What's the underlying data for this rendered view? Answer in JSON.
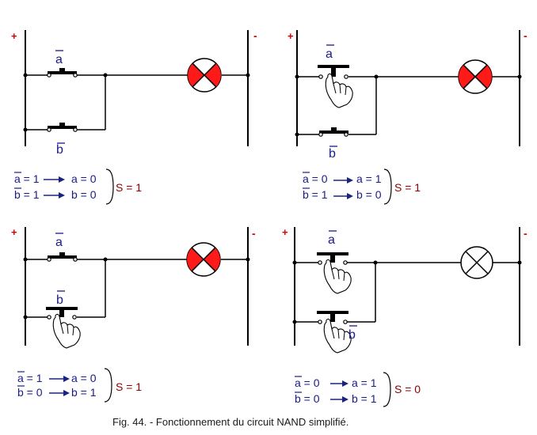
{
  "symbols": {
    "plus": "+",
    "minus": "-",
    "a_bar": "a",
    "b_bar": "b"
  },
  "states": [
    {
      "line1": {
        "in": "a = 1",
        "out": "a = 0"
      },
      "line2": {
        "in": "b = 1",
        "out": "b = 0"
      },
      "result": "S = 1",
      "press_a": false,
      "press_b": false,
      "lamp_on": true
    },
    {
      "line1": {
        "in": "a = 0",
        "out": "a = 1"
      },
      "line2": {
        "in": "b = 1",
        "out": "b = 0"
      },
      "result": "S = 1",
      "press_a": true,
      "press_b": false,
      "lamp_on": true
    },
    {
      "line1": {
        "in": "a = 1",
        "out": "a = 0"
      },
      "line2": {
        "in": "b = 0",
        "out": "b = 1"
      },
      "result": "S = 1",
      "press_a": false,
      "press_b": true,
      "lamp_on": true
    },
    {
      "line1": {
        "in": "a = 0",
        "out": "a = 1"
      },
      "line2": {
        "in": "b = 0",
        "out": "b = 1"
      },
      "result": "S = 0",
      "press_a": true,
      "press_b": true,
      "lamp_on": false
    }
  ],
  "caption": "Fig. 44. - Fonctionnement du circuit NAND simplifié.",
  "colors": {
    "wire": "#000000",
    "lamp_on": "#ff1a1a",
    "arrow": "#1a237e",
    "text": "#1a1a8c",
    "result": "#8b0000",
    "plus_minus": "#d40000"
  }
}
